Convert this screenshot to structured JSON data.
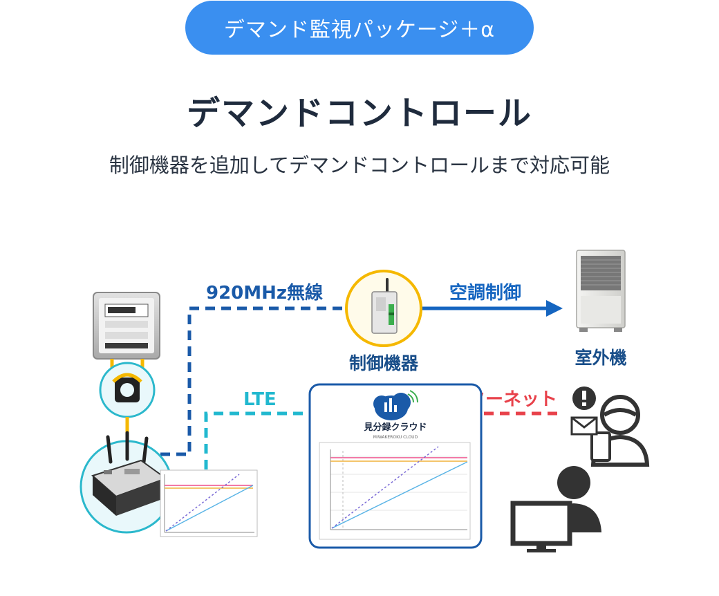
{
  "header": {
    "badge": "デマンド監視パッケージ＋α",
    "title": "デマンドコントロール",
    "subtitle": "制御機器を追加してデマンドコントロールまで対応可能"
  },
  "diagram": {
    "link_920": "920MHz無線",
    "link_lte": "LTE",
    "link_control": "空調制御",
    "link_internet": "インターネット",
    "node_controller": "制御機器",
    "node_outdoor": "室外機",
    "cloud_name": "見分録クラウド",
    "cloud_sub": "MIWAKEROKU CLOUD"
  },
  "colors": {
    "badge": "#3a8ff0",
    "radio_line": "#1a5aa8",
    "lte_line": "#21b8cf",
    "internet_line": "#e8414a",
    "control_line": "#1565c0",
    "node_ring": "#f5b800"
  }
}
